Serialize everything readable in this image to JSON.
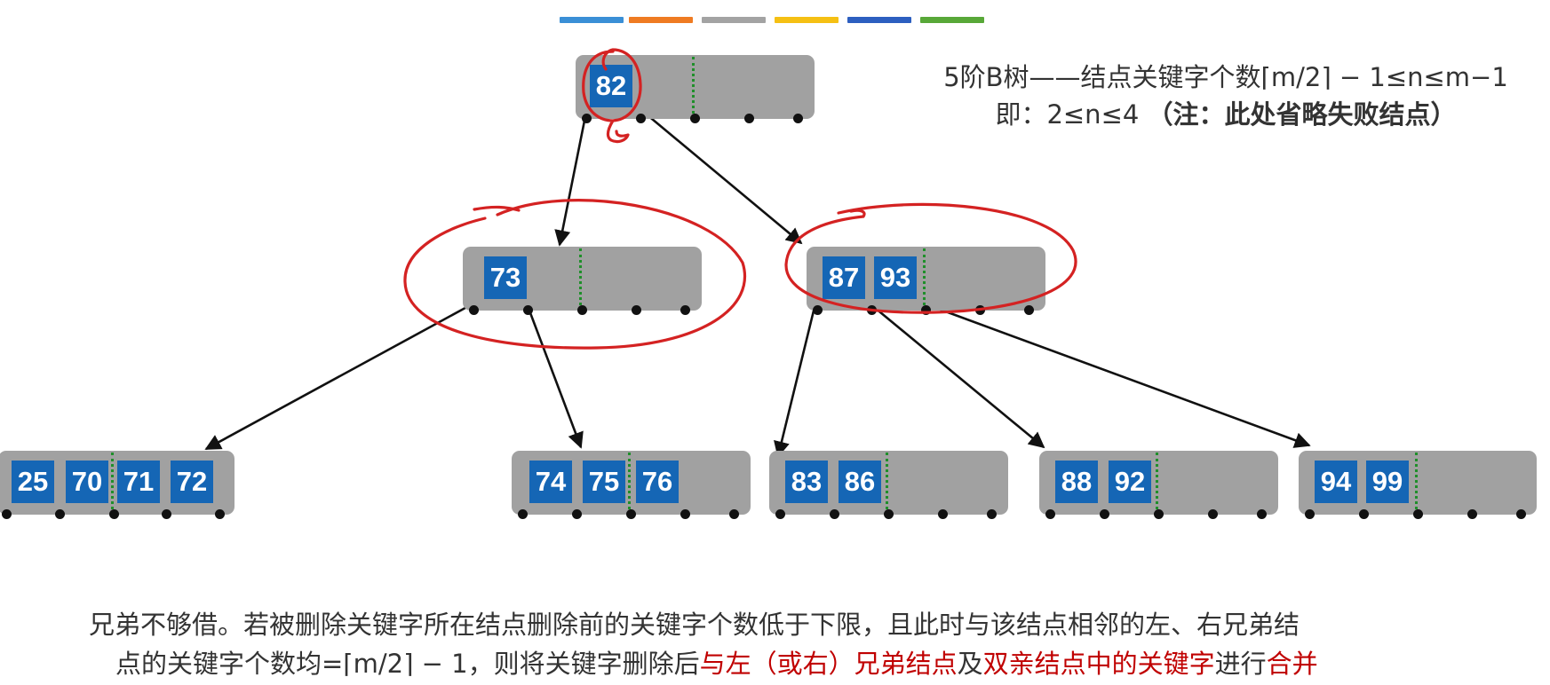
{
  "palette": [
    "#3a8fd6",
    "#ef7b22",
    "#a3a3a3",
    "#f5c013",
    "#2d5fc0",
    "#58a838"
  ],
  "colors": {
    "node_bg": "#a1a1a1",
    "key_bg": "#1566b5",
    "key_text": "#ffffff",
    "divider": "#1f8f2a",
    "edge": "#111111",
    "annotation": "#d42222",
    "highlight_text": "#c00000"
  },
  "info": {
    "line1": "5阶B树——结点关键字个数⌈m/2⌉ − 1≤n≤m−1",
    "line2_prefix": "即：2≤n≤4 ",
    "line2_note": "（注：此处省略失败结点）"
  },
  "tree": {
    "root": {
      "keys": [
        "82"
      ]
    },
    "level1": [
      {
        "keys": [
          "73"
        ]
      },
      {
        "keys": [
          "87",
          "93"
        ]
      }
    ],
    "leaves": [
      {
        "keys": [
          "25",
          "70",
          "71",
          "72"
        ]
      },
      {
        "keys": [
          "74",
          "75",
          "76"
        ]
      },
      {
        "keys": [
          "83",
          "86"
        ]
      },
      {
        "keys": [
          "88",
          "92"
        ]
      },
      {
        "keys": [
          "94",
          "99"
        ]
      }
    ]
  },
  "caption": {
    "line1": "兄弟不够借。若被删除关键字所在结点删除前的关键字个数低于下限，且此时与该结点相邻的左、右兄弟结",
    "line2_a": "点的关键字个数均=⌈m/2⌉ − 1，则将关键字删除后",
    "line2_b": "与左（或右）兄弟结点",
    "line2_c": "及",
    "line2_d": "双亲结点中的关键字",
    "line2_e": "进行",
    "line2_f": "合并"
  }
}
